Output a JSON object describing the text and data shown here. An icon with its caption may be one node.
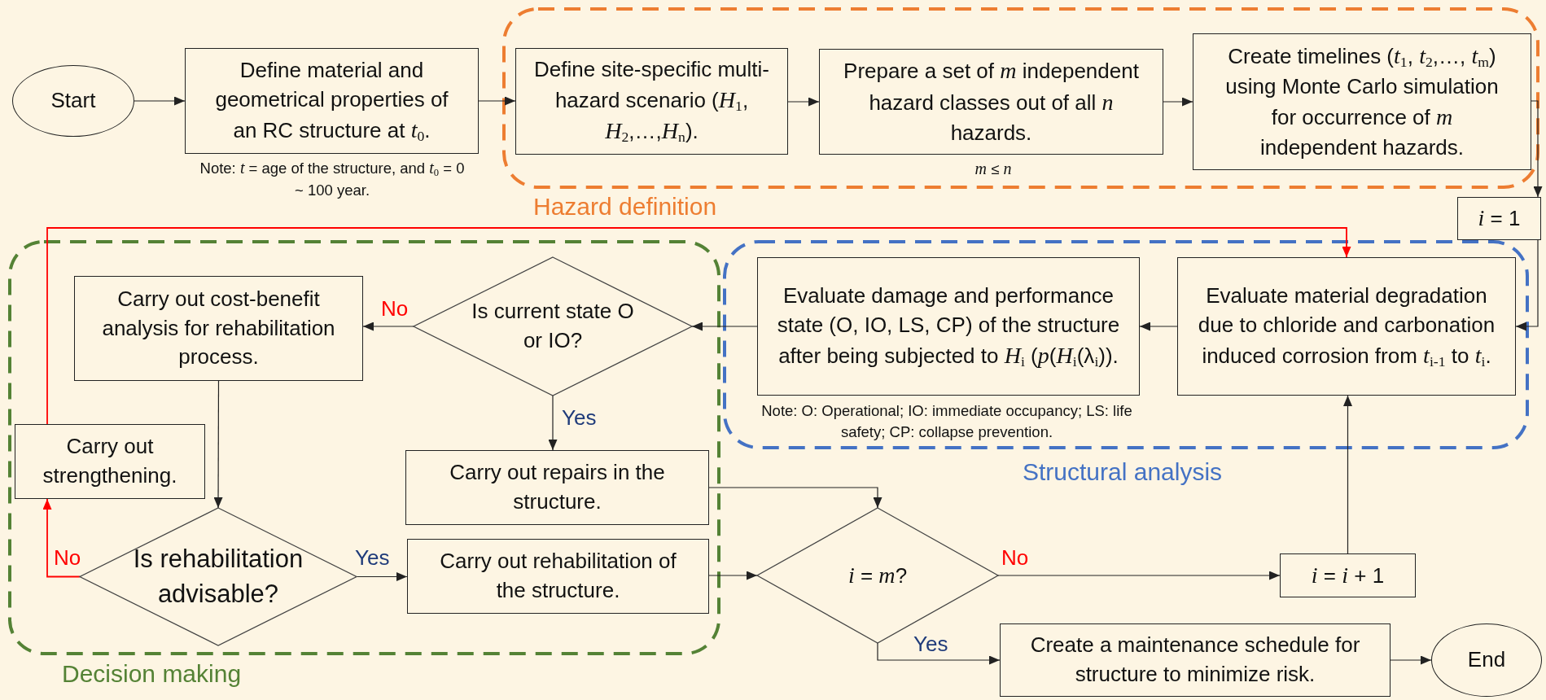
{
  "diagram": {
    "nodes": [
      {
        "text": [
          "Start"
        ]
      },
      {
        "text": [
          "Define material and geometrical properties of an RC structure at *t*$_{0}$."
        ],
        "beside": [
          "Note: *t* = age of the structure, and *t*$_{0}$ = 0 ~ 100 year."
        ]
      },
      {
        "text": [
          "Hazard definition"
        ]
      },
      {
        "text": [
          "Define site-specific multi-hazard scenario (*H*$_{1}$, *H*$_{2}$,…,*H*$_{n}$)."
        ],
        "in": 2
      },
      {
        "text": [
          "Prepare a set of *m* independent hazard classes out of all *n* hazards."
        ],
        "in": 2,
        "beside": [
          "*m* ≤ *n*"
        ]
      },
      {
        "text": [
          "Create timelines (*t*$_{1}$, *t*$_{2}$,…, *t*$_{m}$) using Monte Carlo simulation for occurrence of *m* independent hazards."
        ],
        "in": 2
      },
      {
        "text": [
          "*i* = 1"
        ]
      },
      {
        "text": [
          "Structural analysis"
        ]
      },
      {
        "text": [
          "Evaluate damage and performance state (O, IO, LS, CP) of the structure after being subjected to *H*$_{i}$ (*p*(*H*$_{i}$(λ$_{i}$))."
        ],
        "in": 7,
        "beside": [
          "Note: O: Operational; IO: immediate occupancy; LS: life safety; CP: collapse prevention."
        ]
      },
      {
        "text": [
          "Evaluate material degradation due to chloride and carbonation induced corrosion from *t*$_{i-1}$ to *t*$_{i}$."
        ],
        "in": 7
      },
      {
        "text": [
          "Decision making"
        ]
      },
      {
        "text": [
          "Carry out cost-benefit analysis for rehabilitation process."
        ],
        "in": 10
      },
      {
        "text": [
          "Is current state O or IO?"
        ],
        "in": 10
      },
      {
        "text": [
          "Carry out strengthening."
        ],
        "in": 10
      },
      {
        "text": [
          "Carry out repairs in the structure."
        ],
        "in": 10
      },
      {
        "text": [
          "Is rehabilitation advisable?"
        ],
        "in": 10
      },
      {
        "text": [
          "Carry out rehabilitation of the structure."
        ],
        "in": 10
      },
      {
        "text": [
          "*i* = *m*?"
        ]
      },
      {
        "text": [
          "*i* = *i* + 1"
        ]
      },
      {
        "text": [
          "Create a maintenance schedule for structure to minimize risk."
        ]
      },
      {
        "text": [
          "End"
        ]
      }
    ],
    "edges": [
      {
        "from": 0,
        "to": 1,
        "arrow": "to"
      },
      {
        "from": 1,
        "to": 3,
        "arrow": "to"
      },
      {
        "from": 3,
        "to": 4,
        "arrow": "to"
      },
      {
        "from": 4,
        "to": 5,
        "arrow": "to"
      },
      {
        "from": 5,
        "to": 6,
        "arrow": "to"
      },
      {
        "from": 6,
        "to": 9,
        "arrow": "to"
      },
      {
        "from": 9,
        "to": 8,
        "arrow": "to"
      },
      {
        "from": 8,
        "to": 12,
        "arrow": "to"
      },
      {
        "from": 12,
        "to": 11,
        "arrow": "to",
        "label": "No"
      },
      {
        "from": 12,
        "to": 14,
        "arrow": "to",
        "label": "Yes"
      },
      {
        "from": 11,
        "to": 15,
        "arrow": "to"
      },
      {
        "from": 15,
        "to": 13,
        "arrow": "to",
        "label": "No",
        "color": "#ff0000"
      },
      {
        "from": 15,
        "to": 16,
        "arrow": "to",
        "label": "Yes"
      },
      {
        "from": 13,
        "to": 9,
        "arrow": "to",
        "color": "#ff0000"
      },
      {
        "from": 14,
        "to": 17,
        "arrow": "to"
      },
      {
        "from": 16,
        "to": 17,
        "arrow": "to"
      },
      {
        "from": 17,
        "to": 18,
        "arrow": "to",
        "label": "No"
      },
      {
        "from": 17,
        "to": 19,
        "arrow": "to",
        "label": "Yes"
      },
      {
        "from": 18,
        "to": 9,
        "arrow": "to"
      },
      {
        "from": 19,
        "to": 20,
        "arrow": "to"
      }
    ]
  }
}
